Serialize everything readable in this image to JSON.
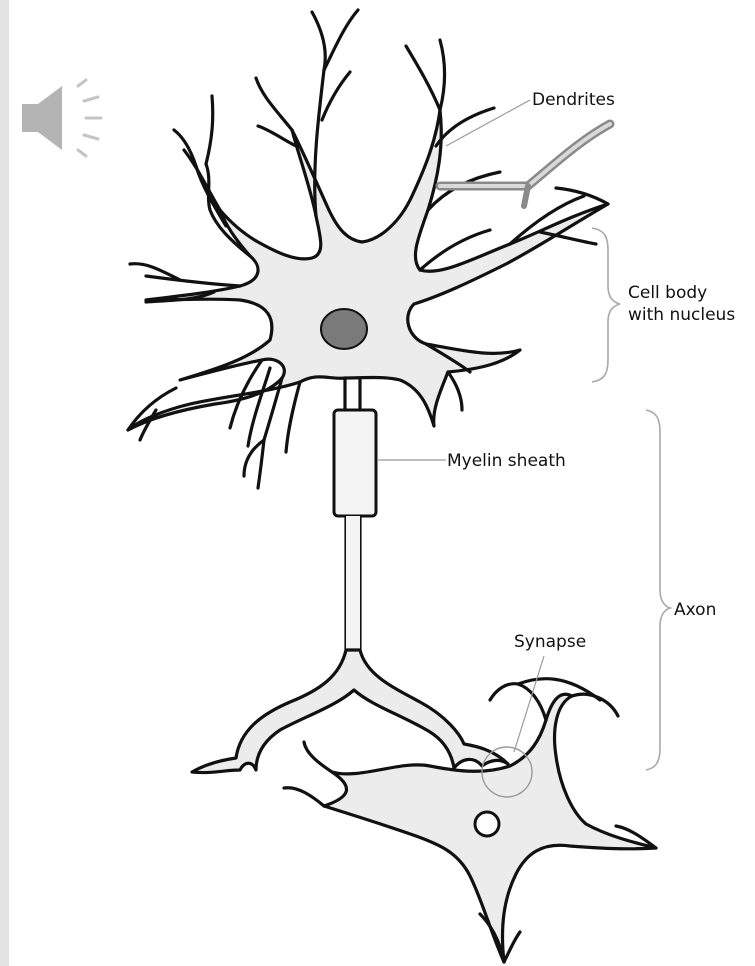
{
  "labels": {
    "dendrites": "Dendrites",
    "cell_body_line1": "Cell body",
    "cell_body_line2": "with nucleus",
    "myelin": "Myelin sheath",
    "axon": "Axon",
    "synapse": "Synapse"
  },
  "icons": {
    "speaker": "speaker-icon"
  },
  "colors": {
    "outline": "#111111",
    "fill": "#ececec",
    "nucleus": "#7a7a7a",
    "leader": "#9a9a9a",
    "brace": "#a8a8a8",
    "speaker": "#b4b4b4"
  }
}
